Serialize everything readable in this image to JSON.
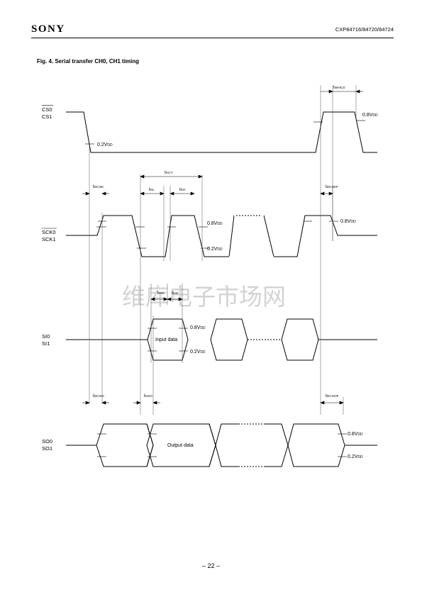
{
  "header": {
    "brand": "SONY",
    "part_numbers": "CXP84716/84720/84724"
  },
  "figure": {
    "title": "Fig. 4. Serial transfer CH0, CH1 timing"
  },
  "signals": {
    "cs": [
      "CS0",
      "CS1"
    ],
    "sck": [
      "SCK0",
      "SCK1"
    ],
    "si": [
      "SI0",
      "SI1"
    ],
    "so": [
      "SO0",
      "SO1"
    ]
  },
  "levels": {
    "high": {
      "main": "0.8V",
      "sub": "DD"
    },
    "low": {
      "main": "0.2V",
      "sub": "DD"
    }
  },
  "timing_params": {
    "twhcs": {
      "main": "t",
      "sub": "WHCS"
    },
    "tkcy": {
      "main": "t",
      "sub": "KCY"
    },
    "tkl": {
      "main": "t",
      "sub": "KL"
    },
    "tkh": {
      "main": "t",
      "sub": "KH"
    },
    "tdcsk": {
      "main": "t",
      "sub": "DCSK"
    },
    "tdcskf": {
      "main": "t",
      "sub": "DCSKF"
    },
    "tsik": {
      "main": "t",
      "sub": "SIK"
    },
    "tksi": {
      "main": "t",
      "sub": "KSI"
    },
    "tdcso": {
      "main": "t",
      "sub": "DCSO"
    },
    "tkso": {
      "main": "t",
      "sub": "KSO"
    },
    "tdcsof": {
      "main": "t",
      "sub": "DCSOF"
    }
  },
  "data_labels": {
    "input": "Input data",
    "output": "Output data"
  },
  "watermark": "维库电子市场网",
  "footer": {
    "page": "– 22 –"
  }
}
